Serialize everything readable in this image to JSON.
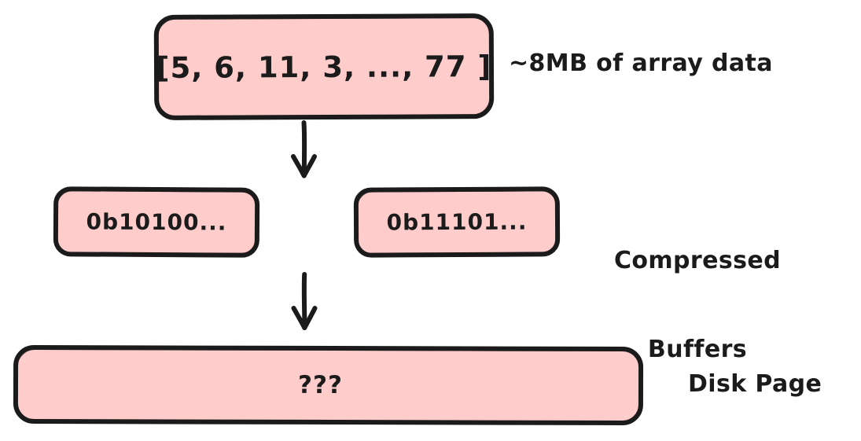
{
  "diagram": {
    "title": "Array data compression to disk page",
    "background_color": "#ffffff",
    "box_fill_color": "#ffcccc",
    "stroke_color": "#1b1b1b",
    "nodes": [
      {
        "id": "array",
        "text": "[5, 6, 11, 3, ..., 77 ]",
        "annotation": "~8MB of array data"
      },
      {
        "id": "buffer-1",
        "text": "0b10100..."
      },
      {
        "id": "buffer-2",
        "text": "0b11101..."
      },
      {
        "id": "buffers-annotation",
        "line_1": "Compressed",
        "line_2": "Buffers"
      },
      {
        "id": "disk",
        "text": "???",
        "annotation": "Disk Page"
      }
    ],
    "arrows": [
      {
        "id": "arrow-array-to-buffers",
        "direction": "down"
      },
      {
        "id": "arrow-buffers-to-disk",
        "direction": "down"
      }
    ]
  }
}
